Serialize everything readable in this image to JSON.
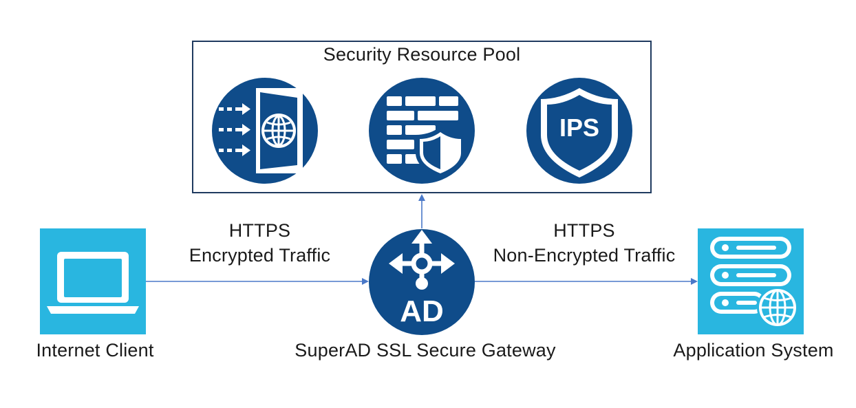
{
  "pool": {
    "title": "Security Resource Pool",
    "services": [
      {
        "name": "waf-icon"
      },
      {
        "name": "firewall-icon"
      },
      {
        "name": "ips-icon",
        "label": "IPS"
      }
    ]
  },
  "nodes": {
    "client": {
      "label": "Internet Client",
      "icon": "laptop-icon"
    },
    "gateway": {
      "label": "SuperAD SSL Secure Gateway",
      "icon": "ad-gateway-icon",
      "icon_text": "AD"
    },
    "app": {
      "label": "Application System",
      "icon": "server-globe-icon"
    }
  },
  "edges": {
    "left": {
      "line1": "HTTPS",
      "line2": "Encrypted Traffic"
    },
    "right": {
      "line1": "HTTPS",
      "line2": "Non-Encrypted Traffic"
    }
  },
  "colors": {
    "navy": "#0f4c8a",
    "cyan": "#29b6e0",
    "line": "#4a78c8",
    "box_border": "#1f3a5f"
  }
}
